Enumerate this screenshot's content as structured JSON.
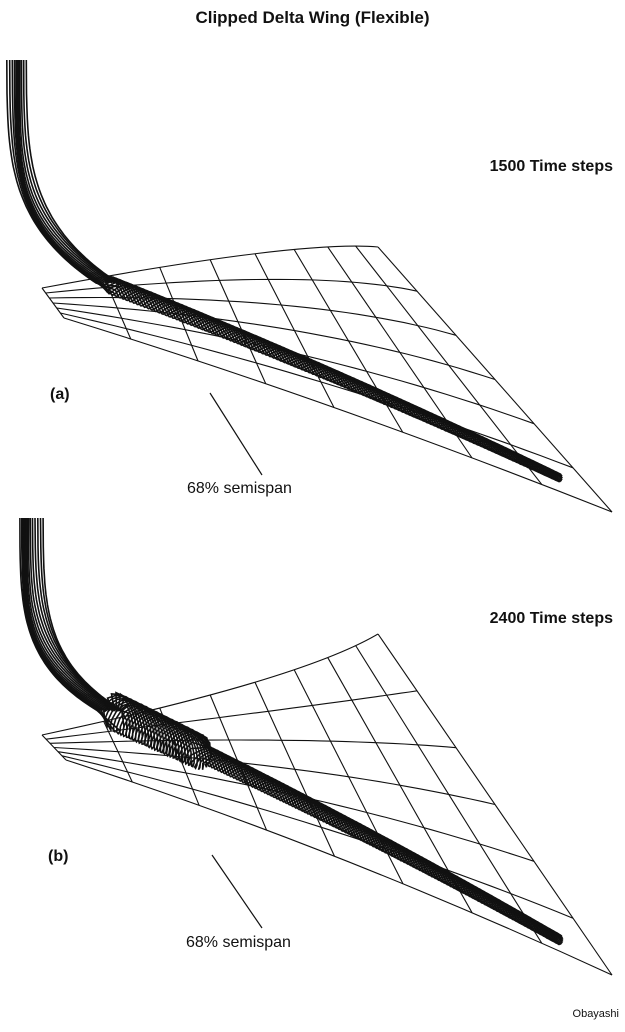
{
  "title": "Clipped Delta Wing (Flexible)",
  "panel_a": {
    "label": "(a)",
    "steps": "1500 Time steps",
    "annotation": "68% semispan"
  },
  "panel_b": {
    "label": "(b)",
    "steps": "2400 Time steps",
    "annotation": "68% semispan"
  },
  "credit": "Obayashi"
}
